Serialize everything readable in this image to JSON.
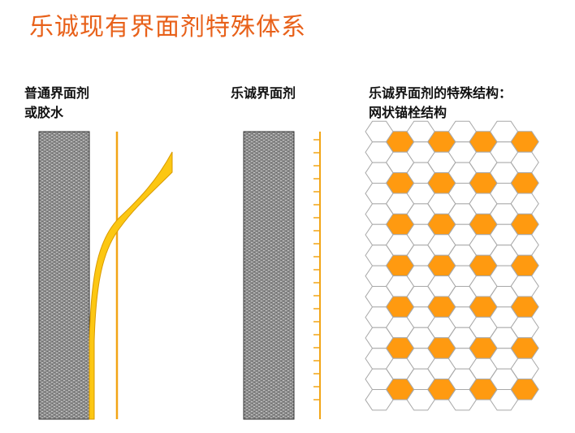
{
  "title": "乐诚现有界面剂特殊体系",
  "panels": [
    {
      "label_line1": "普通界面剂",
      "label_line2": "或胶水"
    },
    {
      "label_line1": "乐诚界面剂",
      "label_line2": ""
    },
    {
      "label_line1": "乐诚界面剂的特殊结构：",
      "label_line2": "网状锚栓结构"
    }
  ],
  "colors": {
    "accent": "#e8611a",
    "orange_line": "#f2a516",
    "glue_fill": "#fcc712",
    "hex_fill": "#ff9a10",
    "hex_stroke": "#a8a8a8"
  }
}
